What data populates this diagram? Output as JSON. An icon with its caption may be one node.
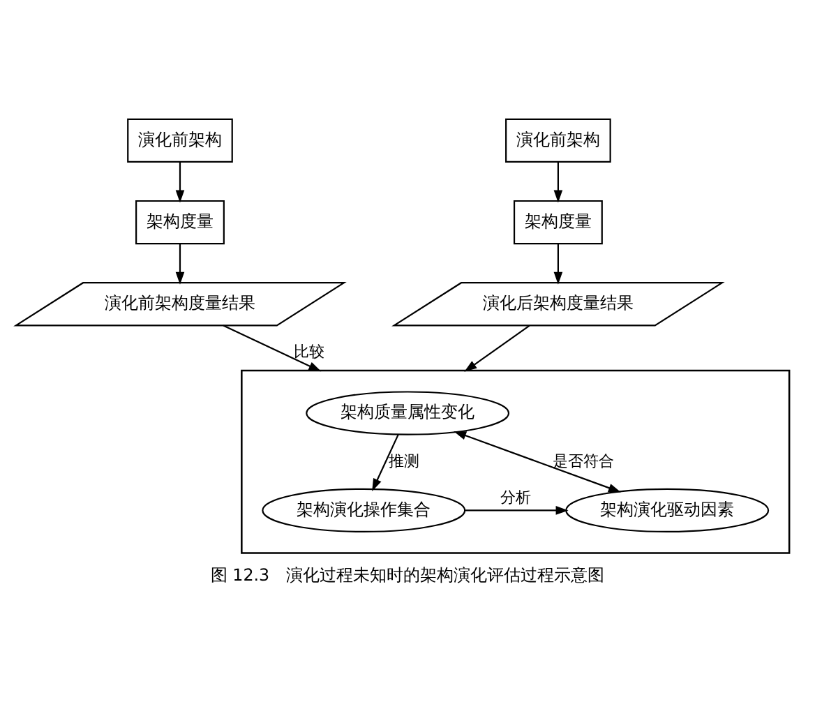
{
  "diagram": {
    "caption": "图 12.3　演化过程未知时的架构演化评估过程示意图",
    "nodes": [
      {
        "text": [
          "演化前架构"
        ]
      },
      {
        "text": [
          "架构度量"
        ]
      },
      {
        "text": [
          "演化前架构度量结果"
        ]
      },
      {
        "text": [
          "演化前架构"
        ]
      },
      {
        "text": [
          "架构度量"
        ]
      },
      {
        "text": [
          "演化后架构度量结果"
        ]
      },
      {
        "text": [],
        "shape": "box"
      },
      {
        "text": [
          "架构质量属性变化"
        ],
        "in": 6
      },
      {
        "text": [
          "架构演化操作集合"
        ],
        "in": 6
      },
      {
        "text": [
          "架构演化驱动因素"
        ],
        "in": 6
      }
    ],
    "edges": [
      {
        "from": 0,
        "to": 1,
        "arrow": "to"
      },
      {
        "from": 1,
        "to": 2,
        "arrow": "to"
      },
      {
        "from": 3,
        "to": 4,
        "arrow": "to"
      },
      {
        "from": 4,
        "to": 5,
        "arrow": "to"
      },
      {
        "from": 2,
        "to": 6,
        "arrow": "to",
        "label": "比较"
      },
      {
        "from": 5,
        "to": 6,
        "arrow": "to"
      },
      {
        "from": 7,
        "to": 8,
        "arrow": "to",
        "label": "推测"
      },
      {
        "from": 8,
        "to": 9,
        "arrow": "to",
        "label": "分析"
      },
      {
        "from": 7,
        "to": 9,
        "arrow": "both",
        "label": "是否符合"
      }
    ]
  }
}
